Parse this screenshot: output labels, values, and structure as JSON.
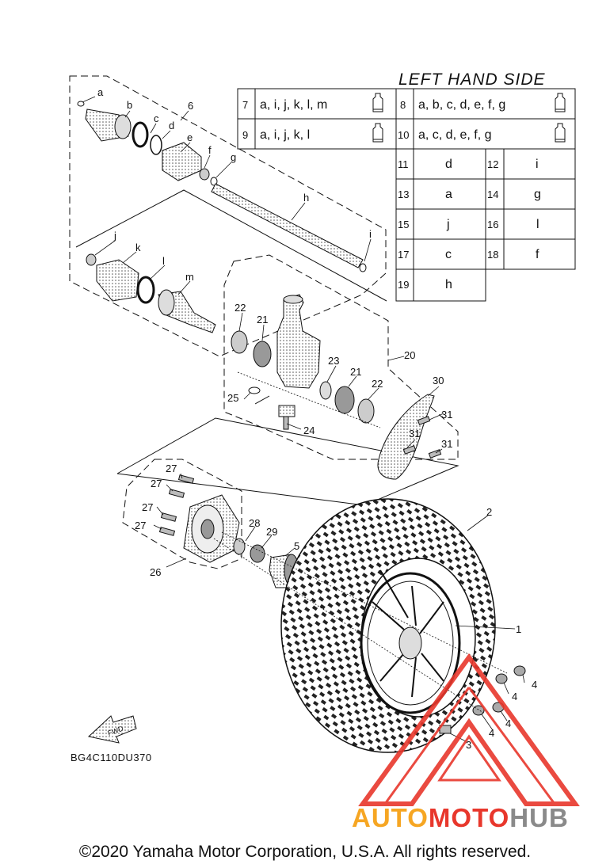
{
  "title": "LEFT HAND SIDE",
  "diagram_code": "BG4C110DU370",
  "fwd_label": "FWD",
  "copyright": "©2020 Yamaha Motor Corporation, U.S.A. All rights reserved.",
  "watermark": {
    "part1": "AUTO",
    "part2": "MOTO",
    "part3": "HUB"
  },
  "kit_rows": [
    {
      "left_num": "7",
      "left_parts": "a, i, j, k, l, m",
      "right_num": "8",
      "right_parts": "a, b, c, d, e, f, g"
    },
    {
      "left_num": "9",
      "left_parts": "a, i, j, k, l",
      "right_num": "10",
      "right_parts": "a, c, d, e, f, g"
    }
  ],
  "map_rows": [
    {
      "n1": "11",
      "v1": "d",
      "n2": "12",
      "v2": "i"
    },
    {
      "n1": "13",
      "v1": "a",
      "n2": "14",
      "v2": "g"
    },
    {
      "n1": "15",
      "v1": "j",
      "n2": "16",
      "v2": "l"
    },
    {
      "n1": "17",
      "v1": "c",
      "n2": "18",
      "v2": "f"
    },
    {
      "n1": "19",
      "v1": "h"
    }
  ],
  "labels": {
    "a": "a",
    "b": "b",
    "c": "c",
    "d": "d",
    "e": "e",
    "f": "f",
    "g": "g",
    "h": "h",
    "i": "i",
    "j": "j",
    "k": "k",
    "l": "l",
    "m": "m",
    "n1": "1",
    "n2": "2",
    "n3": "3",
    "n4": "4",
    "n5": "5",
    "n6": "6",
    "n20": "20",
    "n21": "21",
    "n22": "22",
    "n23": "23",
    "n24": "24",
    "n25": "25",
    "n26": "26",
    "n27": "27",
    "n28": "28",
    "n29": "29",
    "n30": "30",
    "n31": "31"
  },
  "colors": {
    "ink": "#111111",
    "watermark_red": "#e8372c",
    "watermark_orange": "#f6a623",
    "watermark_grey": "#8a8a8a"
  }
}
